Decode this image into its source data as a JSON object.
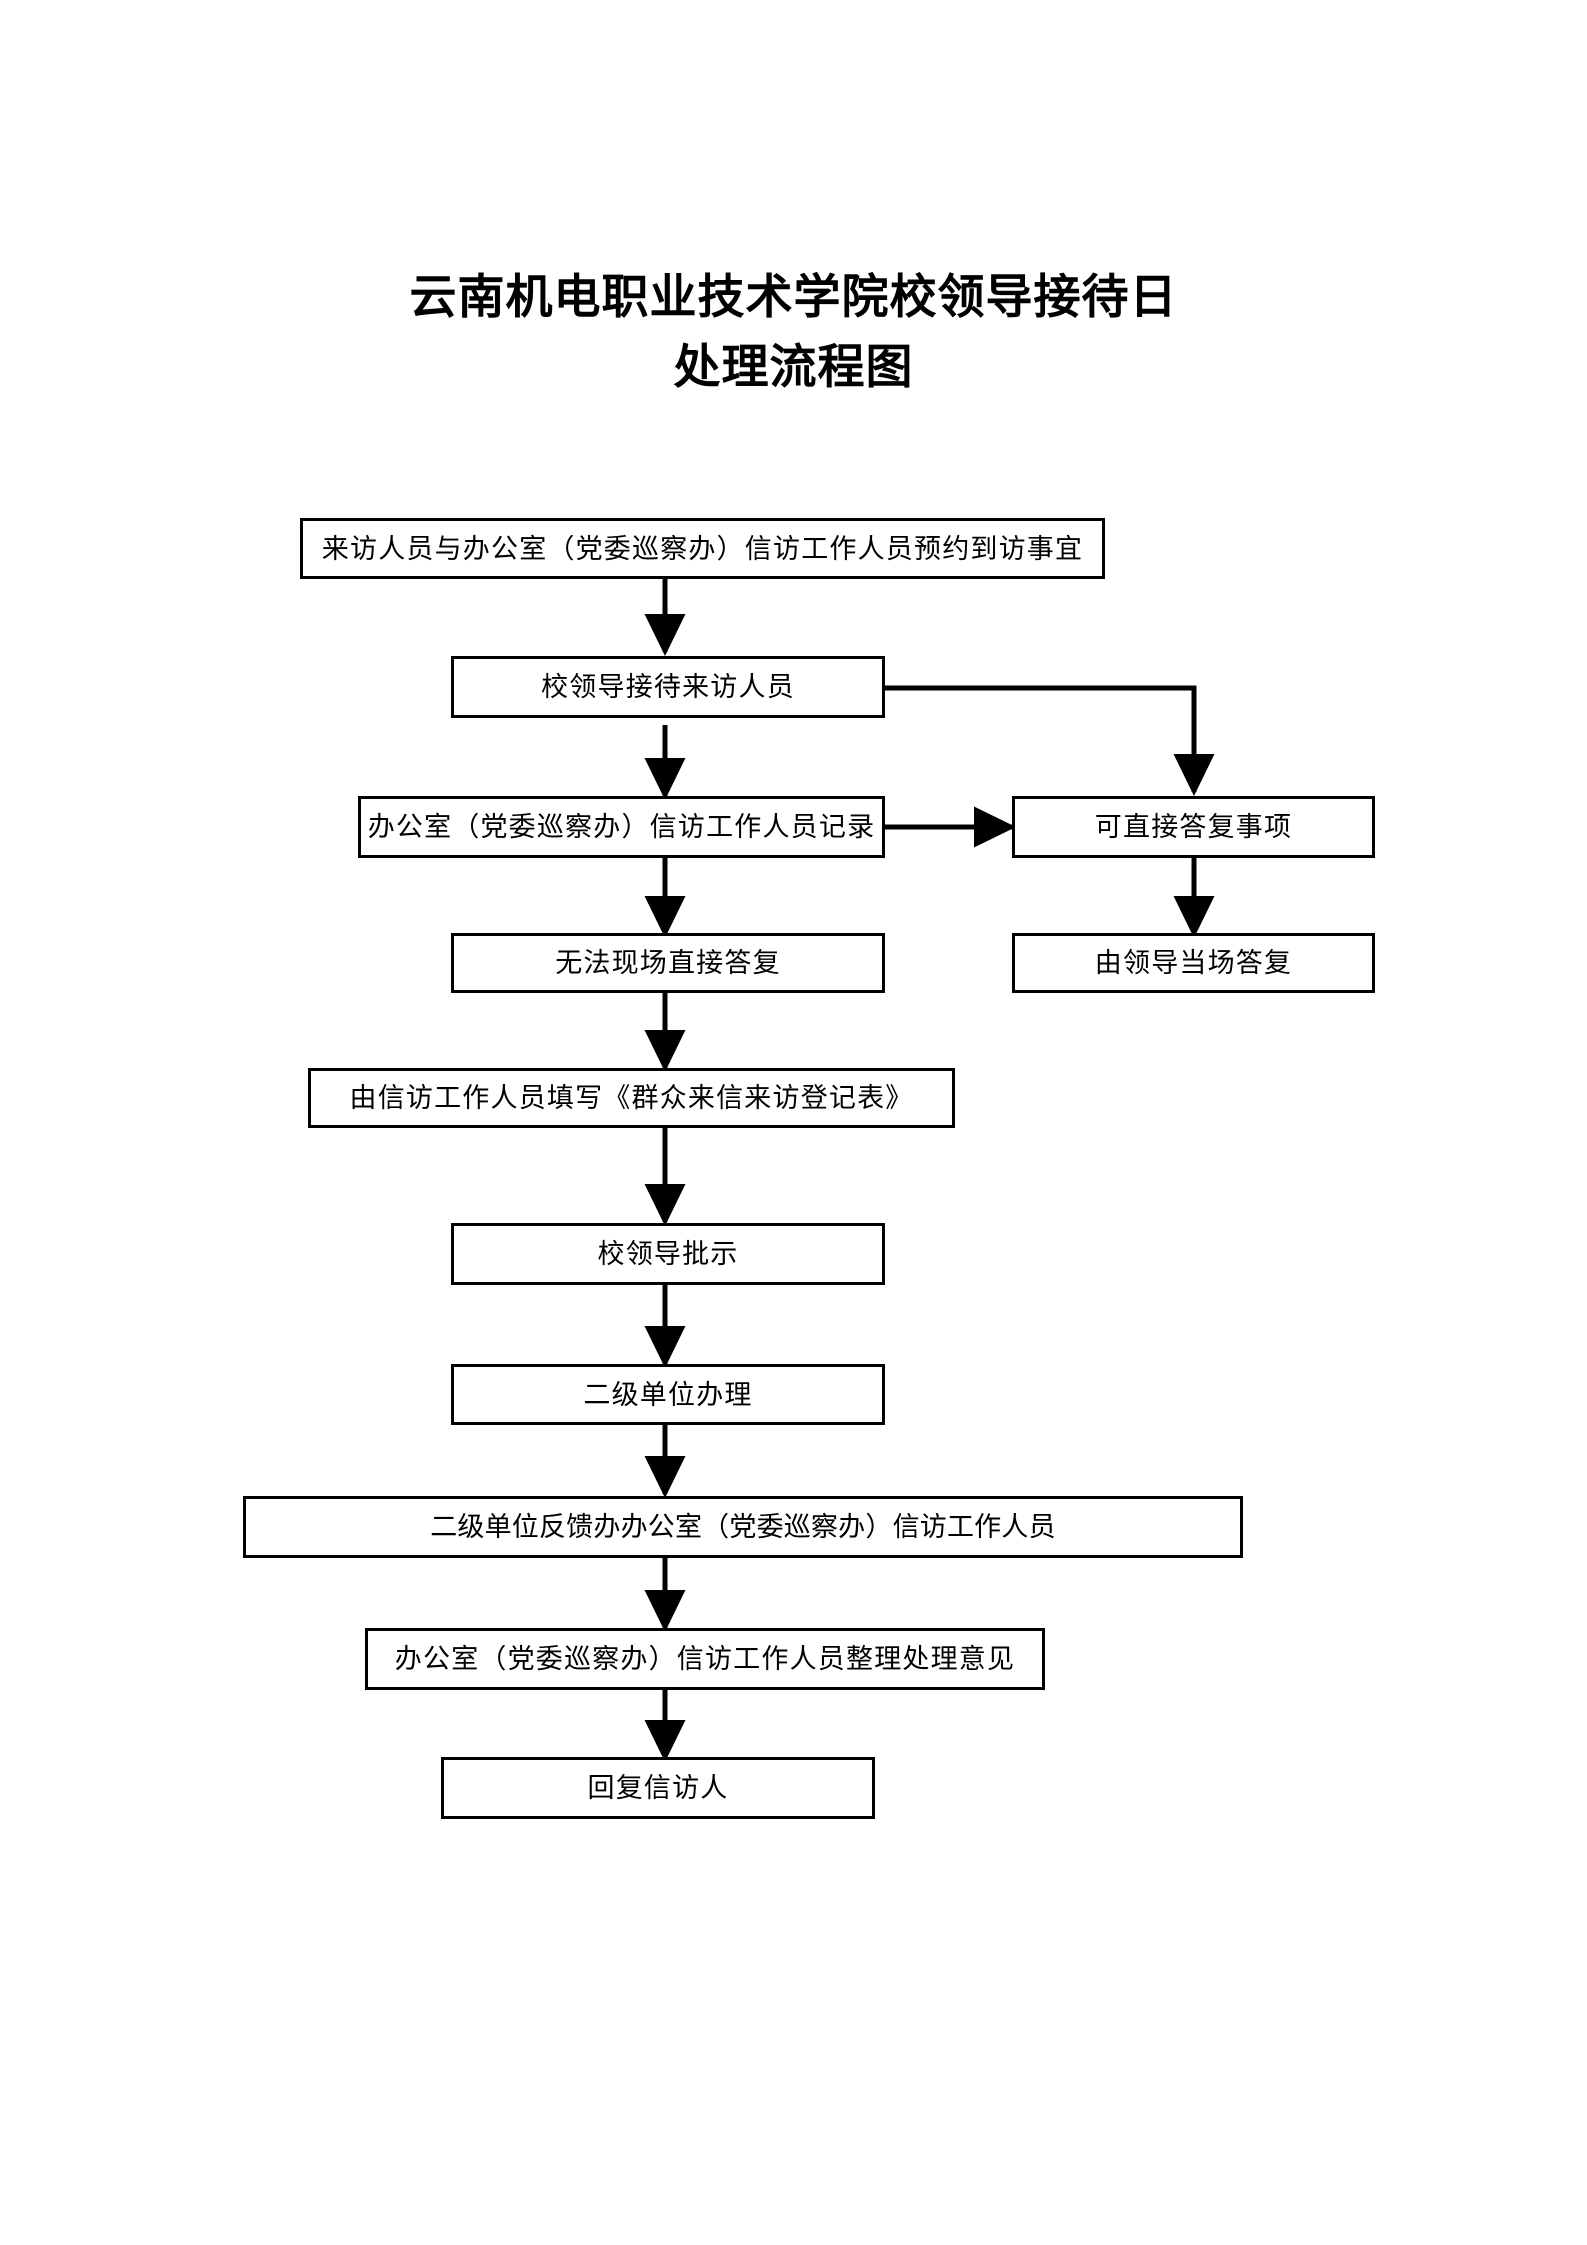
{
  "document": {
    "title_lines": [
      "云南机电职业技术学院校领导接待日",
      "处理流程图"
    ]
  },
  "chart_data": {
    "type": "diagram",
    "diagram_kind": "flowchart",
    "orientation": "top-to-bottom",
    "title": "云南机电职业技术学院校领导接待日处理流程图",
    "nodes": [
      {
        "id": "n1",
        "label": "来访人员与办公室（党委巡察办）信访工作人员预约到访事宜",
        "shape": "rectangle",
        "column": "main"
      },
      {
        "id": "n2",
        "label": "校领导接待来访人员",
        "shape": "rectangle",
        "column": "main"
      },
      {
        "id": "n3",
        "label": "办公室（党委巡察办）信访工作人员记录",
        "shape": "rectangle",
        "column": "main"
      },
      {
        "id": "n4",
        "label": "可直接答复事项",
        "shape": "rectangle",
        "column": "right"
      },
      {
        "id": "n5",
        "label": "无法现场直接答复",
        "shape": "rectangle",
        "column": "main"
      },
      {
        "id": "n6",
        "label": "由领导当场答复",
        "shape": "rectangle",
        "column": "right"
      },
      {
        "id": "n7",
        "label": "由信访工作人员填写《群众来信来访登记表》",
        "shape": "rectangle",
        "column": "main"
      },
      {
        "id": "n8",
        "label": "校领导批示",
        "shape": "rectangle",
        "column": "main"
      },
      {
        "id": "n9",
        "label": "二级单位办理",
        "shape": "rectangle",
        "column": "main"
      },
      {
        "id": "n10",
        "label": "二级单位反馈办办公室（党委巡察办）信访工作人员",
        "shape": "rectangle",
        "column": "main"
      },
      {
        "id": "n11",
        "label": "办公室（党委巡察办）信访工作人员整理处理意见",
        "shape": "rectangle",
        "column": "main"
      },
      {
        "id": "n12",
        "label": "回复信访人",
        "shape": "rectangle",
        "column": "main"
      }
    ],
    "edges": [
      {
        "from": "n1",
        "to": "n2",
        "label": "",
        "style": "solid-arrow",
        "path": "vertical"
      },
      {
        "from": "n2",
        "to": "n3",
        "label": "",
        "style": "solid-arrow",
        "path": "vertical"
      },
      {
        "from": "n2",
        "to": "n4",
        "label": "",
        "style": "solid-arrow",
        "path": "right-then-down"
      },
      {
        "from": "n3",
        "to": "n4",
        "label": "",
        "style": "solid-arrow",
        "path": "horizontal"
      },
      {
        "from": "n3",
        "to": "n5",
        "label": "",
        "style": "solid-arrow",
        "path": "vertical"
      },
      {
        "from": "n4",
        "to": "n6",
        "label": "",
        "style": "solid-arrow",
        "path": "vertical"
      },
      {
        "from": "n5",
        "to": "n7",
        "label": "",
        "style": "solid-arrow",
        "path": "vertical"
      },
      {
        "from": "n7",
        "to": "n8",
        "label": "",
        "style": "solid-arrow",
        "path": "vertical"
      },
      {
        "from": "n8",
        "to": "n9",
        "label": "",
        "style": "solid-arrow",
        "path": "vertical"
      },
      {
        "from": "n9",
        "to": "n10",
        "label": "",
        "style": "solid-arrow",
        "path": "vertical"
      },
      {
        "from": "n10",
        "to": "n11",
        "label": "",
        "style": "solid-arrow",
        "path": "vertical"
      },
      {
        "from": "n11",
        "to": "n12",
        "label": "",
        "style": "solid-arrow",
        "path": "vertical"
      }
    ],
    "colors": {
      "background": "#ffffff",
      "node_border": "#000000",
      "node_fill": "#ffffff",
      "edge": "#000000",
      "text": "#000000"
    }
  }
}
